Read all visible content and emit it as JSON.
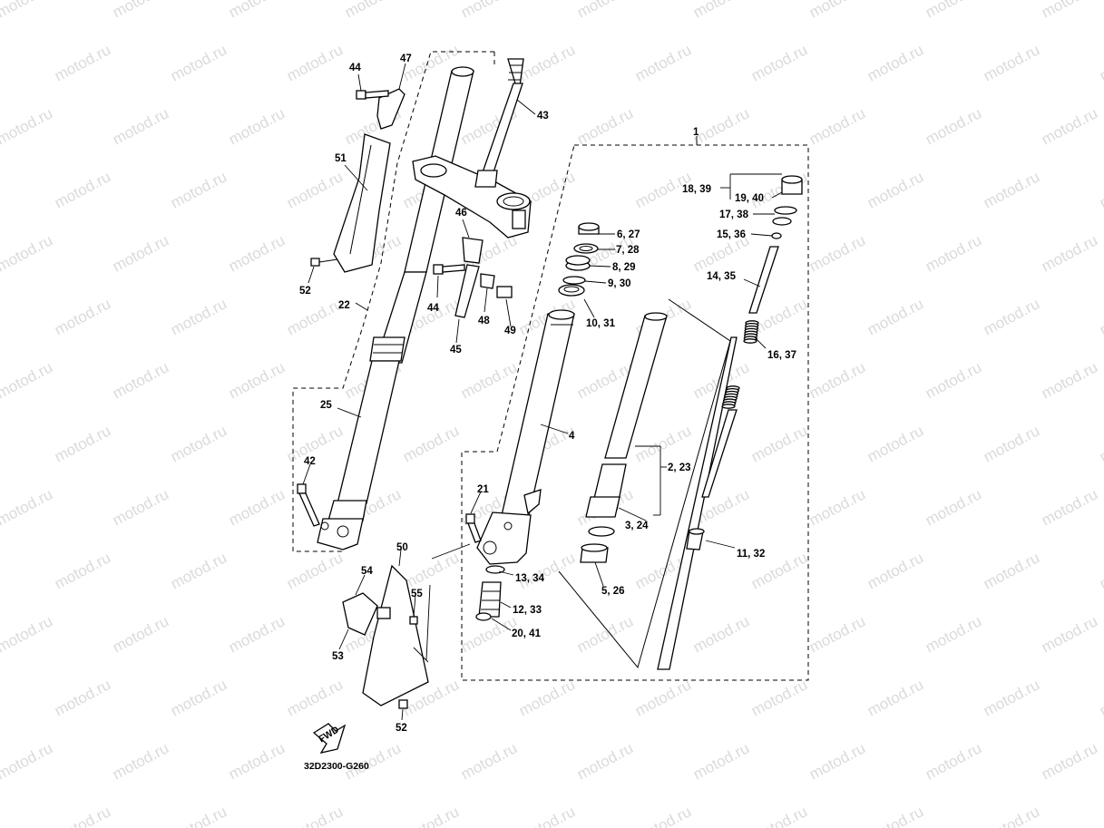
{
  "watermark": "motod.ru",
  "diagram_code": "32D2300-G260",
  "fwd_label": "FWD",
  "callouts": {
    "c44a": "44",
    "c47": "47",
    "c43": "43",
    "c51": "51",
    "c52a": "52",
    "c46": "46",
    "c44b": "44",
    "c48": "48",
    "c49": "49",
    "c45": "45",
    "c22": "22",
    "c25": "25",
    "c42": "42",
    "c1": "1",
    "c18_39": "18, 39",
    "c19_40": "19, 40",
    "c17_38": "17, 38",
    "c15_36": "15, 36",
    "c14_35": "14, 35",
    "c16_37": "16, 37",
    "c6_27": "6, 27",
    "c7_28": "7, 28",
    "c8_29": "8, 29",
    "c9_30": "9, 30",
    "c10_31": "10, 31",
    "c4": "4",
    "c2_23": "2, 23",
    "c3_24": "3, 24",
    "c5_26": "5, 26",
    "c11_32": "11, 32",
    "c21": "21",
    "c13_34": "13, 34",
    "c12_33": "12, 33",
    "c20_41": "20, 41",
    "c50": "50",
    "c54": "54",
    "c55": "55",
    "c53": "53",
    "c52b": "52"
  }
}
